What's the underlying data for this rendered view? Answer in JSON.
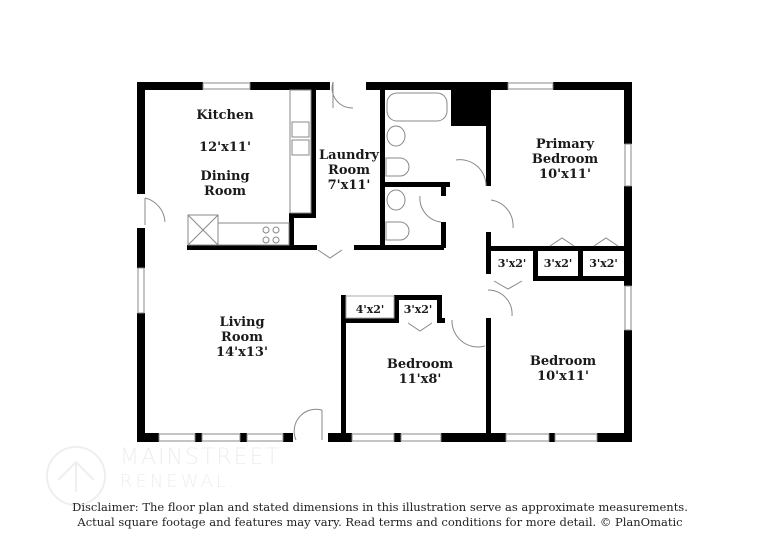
{
  "rooms": {
    "kitchen": {
      "name": "Kitchen",
      "dims": "12'x11'",
      "name2": "Dining Room"
    },
    "laundry": {
      "name1": "Laundry",
      "name2": "Room",
      "dims": "7'x11'"
    },
    "primary_bedroom": {
      "name1": "Primary",
      "name2": "Bedroom",
      "dims": "10'x11'"
    },
    "living_room": {
      "name1": "Living",
      "name2": "Room",
      "dims": "14'x13'"
    },
    "bedroom_2": {
      "name": "Bedroom",
      "dims": "11'x8'"
    },
    "bedroom_3": {
      "name": "Bedroom",
      "dims": "10'x11'"
    },
    "closets": {
      "hall_closet_1": "3'x2'",
      "primary_closet_1": "3'x2'",
      "primary_closet_2": "3'x2'",
      "bed2_closet_a": "4'x2'",
      "bed2_closet_b": "3'x2'"
    }
  },
  "branding": {
    "line1": "MAINSTREET",
    "line2": "RENEWAL."
  },
  "disclaimer": {
    "line1": "Disclaimer: The floor plan and stated dimensions in this illustration serve as approximate measurements.",
    "line2": "Actual square footage and features may vary. Read terms and conditions for more detail. © PlanOmatic"
  }
}
